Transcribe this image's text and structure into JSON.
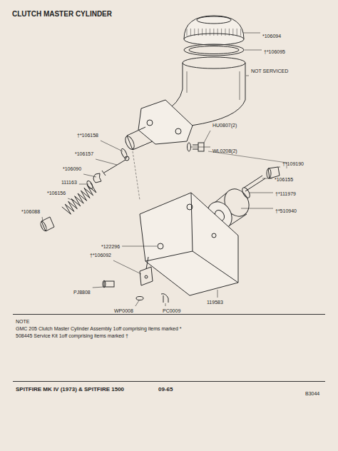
{
  "diagram": {
    "title": "CLUTCH MASTER CYLINDER",
    "nodes": [
      {
        "text": [
          "NOTE",
          "GMC 205 Clutch Master Cylinder Assembly 1off comprising items marked *",
          "508445 Service Kit 1off comprising items marked †"
        ]
      }
    ],
    "labels": [
      "*106094",
      "†*106095",
      "NOT SERVICED",
      "HU0807(2)",
      "WL0208(2)",
      "†*106158",
      "*106157",
      "*106090",
      "111163",
      "*106156",
      "*106088",
      "†*109190",
      "*106155",
      "†*111979",
      "†*510940",
      "*122296",
      "†*106092",
      "PJ8808",
      "WP0008",
      "PC0009",
      "119583",
      "SPITFIRE MK IV (1973) & SPITFIRE 1500",
      "09-65",
      "B3044"
    ]
  }
}
